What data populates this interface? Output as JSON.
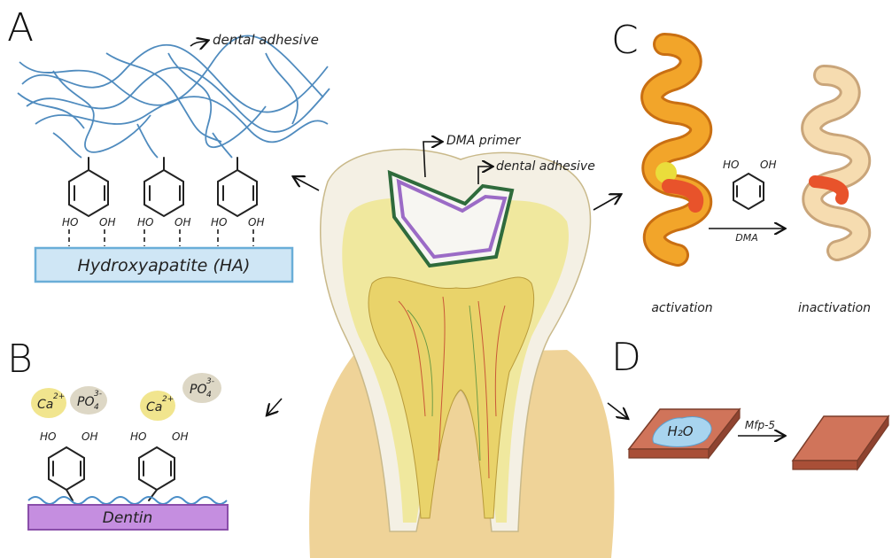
{
  "panels": {
    "a": "A",
    "b": "B",
    "c": "C",
    "d": "D"
  },
  "panel_a": {
    "adhesive_label": "dental adhesive",
    "surface_label": "Hydroxyapatite (HA)",
    "ho": "HO",
    "oh": "OH"
  },
  "panel_b": {
    "ions": [
      "Ca",
      "PO",
      "Ca",
      "PO"
    ],
    "ion_sup": [
      "2+",
      "3-",
      "2+",
      "3-"
    ],
    "ion_sub": [
      "",
      "4",
      "",
      "4"
    ],
    "ho": "HO",
    "oh": "OH",
    "surface_label": "Dentin"
  },
  "center": {
    "primer_label": "DMA primer",
    "adhesive_label": "dental adhesive"
  },
  "panel_c": {
    "ho": "HO",
    "oh": "OH",
    "reagent": "DMA",
    "left_caption": "activation",
    "right_caption": "inactivation"
  },
  "panel_d": {
    "water": "H₂O",
    "reagent": "Mfp-5"
  },
  "colors": {
    "adhesive_fibers": "#3d7fb8",
    "ha_fill": "#cfe6f5",
    "ha_border": "#6aaed8",
    "dentin_fill": "#c58ee0",
    "dentin_border": "#8a4eaa",
    "enzyme_active": "#f2a52a",
    "enzyme_inactive": "#f6dcb0",
    "site_red": "#e8532b",
    "substrate": "#d0745a",
    "tooth_crown": "#f4f0e4",
    "dentin_yellow": "#efe79a",
    "gum": "#e8c27a",
    "primer_green": "#2f6b3c",
    "primer_purple": "#9b6bc6"
  }
}
